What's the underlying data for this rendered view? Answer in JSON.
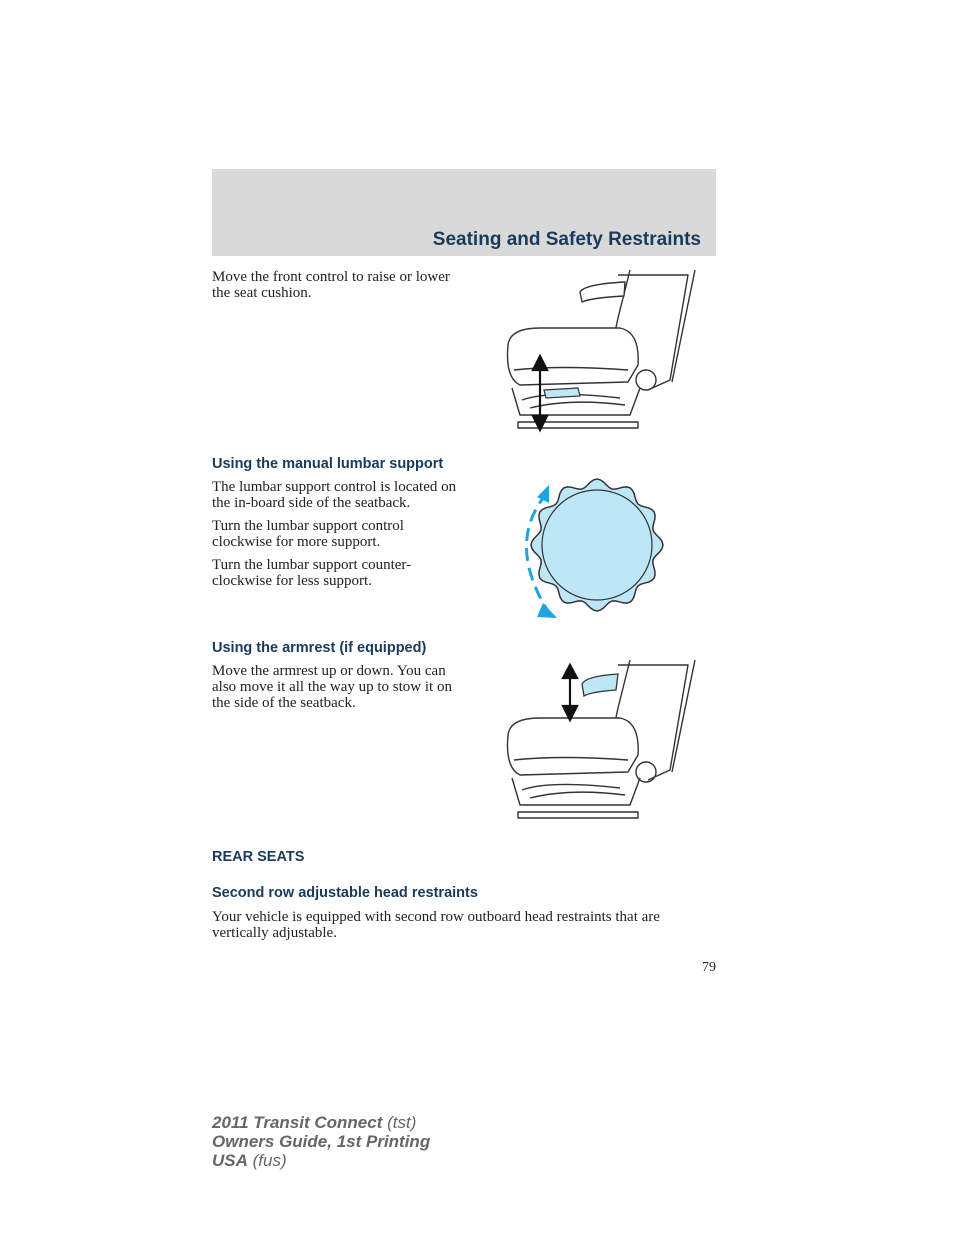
{
  "header": {
    "title": "Seating and Safety Restraints"
  },
  "sections": {
    "seat_cushion": {
      "paragraphs": [
        "Move the front control to raise or lower the seat cushion."
      ]
    },
    "lumbar": {
      "heading": "Using the manual lumbar support",
      "paragraphs": [
        "The lumbar support control is located on the in-board side of the seatback.",
        "Turn the lumbar support control clockwise for more support.",
        "Turn the lumbar support counter-clockwise for less support."
      ]
    },
    "armrest": {
      "heading": "Using the armrest (if equipped)",
      "paragraphs": [
        "Move the armrest up or down. You can also move it all the way up to stow it on the side of the seatback."
      ]
    },
    "rear_seats": {
      "heading": "REAR SEATS"
    },
    "head_restraints": {
      "heading": "Second row adjustable head restraints",
      "paragraph": "Your vehicle is equipped with second row outboard head restraints that are vertically adjustable."
    }
  },
  "page_number": "79",
  "footer": {
    "line1_bold": "2011 Transit Connect",
    "line1_light": " (tst)",
    "line2": "Owners Guide, 1st Printing",
    "line3_bold": "USA",
    "line3_light": " (fus)"
  },
  "colors": {
    "heading": "#1a3a5c",
    "header_band": "#d9d9d9",
    "highlight": "#bde6f7",
    "arrow_blue": "#1ea5e0"
  }
}
